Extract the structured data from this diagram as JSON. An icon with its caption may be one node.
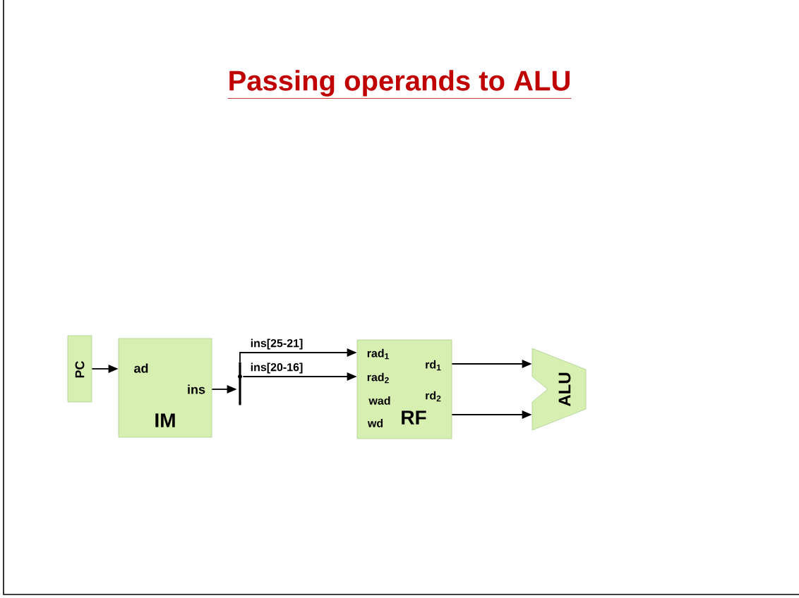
{
  "diagram": {
    "title": "Passing operands to ALU",
    "nodes": [
      {
        "text": [
          "PC"
        ]
      },
      {
        "text": [
          "ad",
          "ins",
          "IM"
        ]
      },
      {
        "text": [],
        "shape": "bar"
      },
      {
        "text": [
          "rad$_{1}$",
          "rad$_{2}$",
          "wad",
          "wd",
          "rd$_{1}$",
          "rd$_{2}$",
          "RF"
        ]
      },
      {
        "text": [
          "ALU"
        ]
      }
    ],
    "edges": [
      {
        "from": 0,
        "to": 1,
        "arrow": "to"
      },
      {
        "from": 1,
        "to": 2,
        "arrow": "to"
      },
      {
        "from": 2,
        "to": 3,
        "arrow": "to",
        "label": "ins[25-21]"
      },
      {
        "from": 2,
        "to": 3,
        "arrow": "to",
        "label": "ins[20-16]"
      },
      {
        "from": 3,
        "to": 4,
        "arrow": "to"
      },
      {
        "from": 3,
        "to": 4,
        "arrow": "to"
      }
    ]
  }
}
